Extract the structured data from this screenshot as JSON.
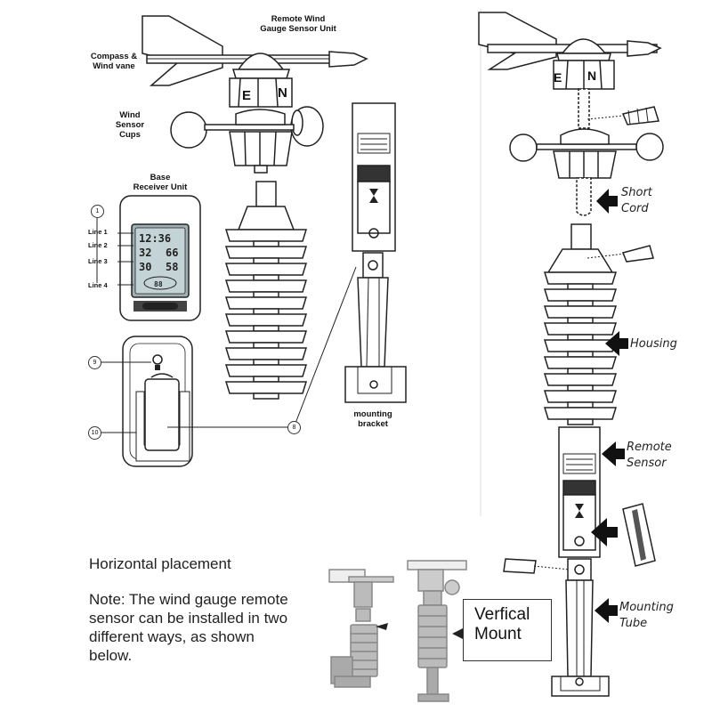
{
  "labels": {
    "remote_unit_line1": "Remote Wind",
    "remote_unit_line2": "Gauge Sensor Unit",
    "compass_line1": "Compass &",
    "compass_line2": "Wind vane",
    "cups_line1": "Wind",
    "cups_line2": "Sensor",
    "cups_line3": "Cups",
    "base_line1": "Base",
    "base_line2": "Receiver Unit",
    "mounting_line1": "mounting",
    "mounting_line2": "bracket",
    "vane_e": "E",
    "vane_n": "N"
  },
  "receiver": {
    "lines": [
      "Line 1",
      "Line 2",
      "Line 3",
      "Line 4"
    ],
    "callouts": [
      "1",
      "9",
      "10",
      "8"
    ]
  },
  "right_labels": {
    "short_cord_line1": "Short",
    "short_cord_line2": "Cord",
    "housing": "Housing",
    "remote_sensor_line1": "Remote",
    "remote_sensor_line2": "Sensor",
    "mounting_tube_line1": "Mounting",
    "mounting_tube_line2": "Tube"
  },
  "bottom": {
    "horizontal_placement": "Horizontal placement",
    "note_lines": [
      "Note: The wind gauge remote",
      "sensor can be installed in two",
      "different ways, as shown",
      "below."
    ],
    "vertical_mount_line1": "Verfical",
    "vertical_mount_line2": "Mount"
  }
}
